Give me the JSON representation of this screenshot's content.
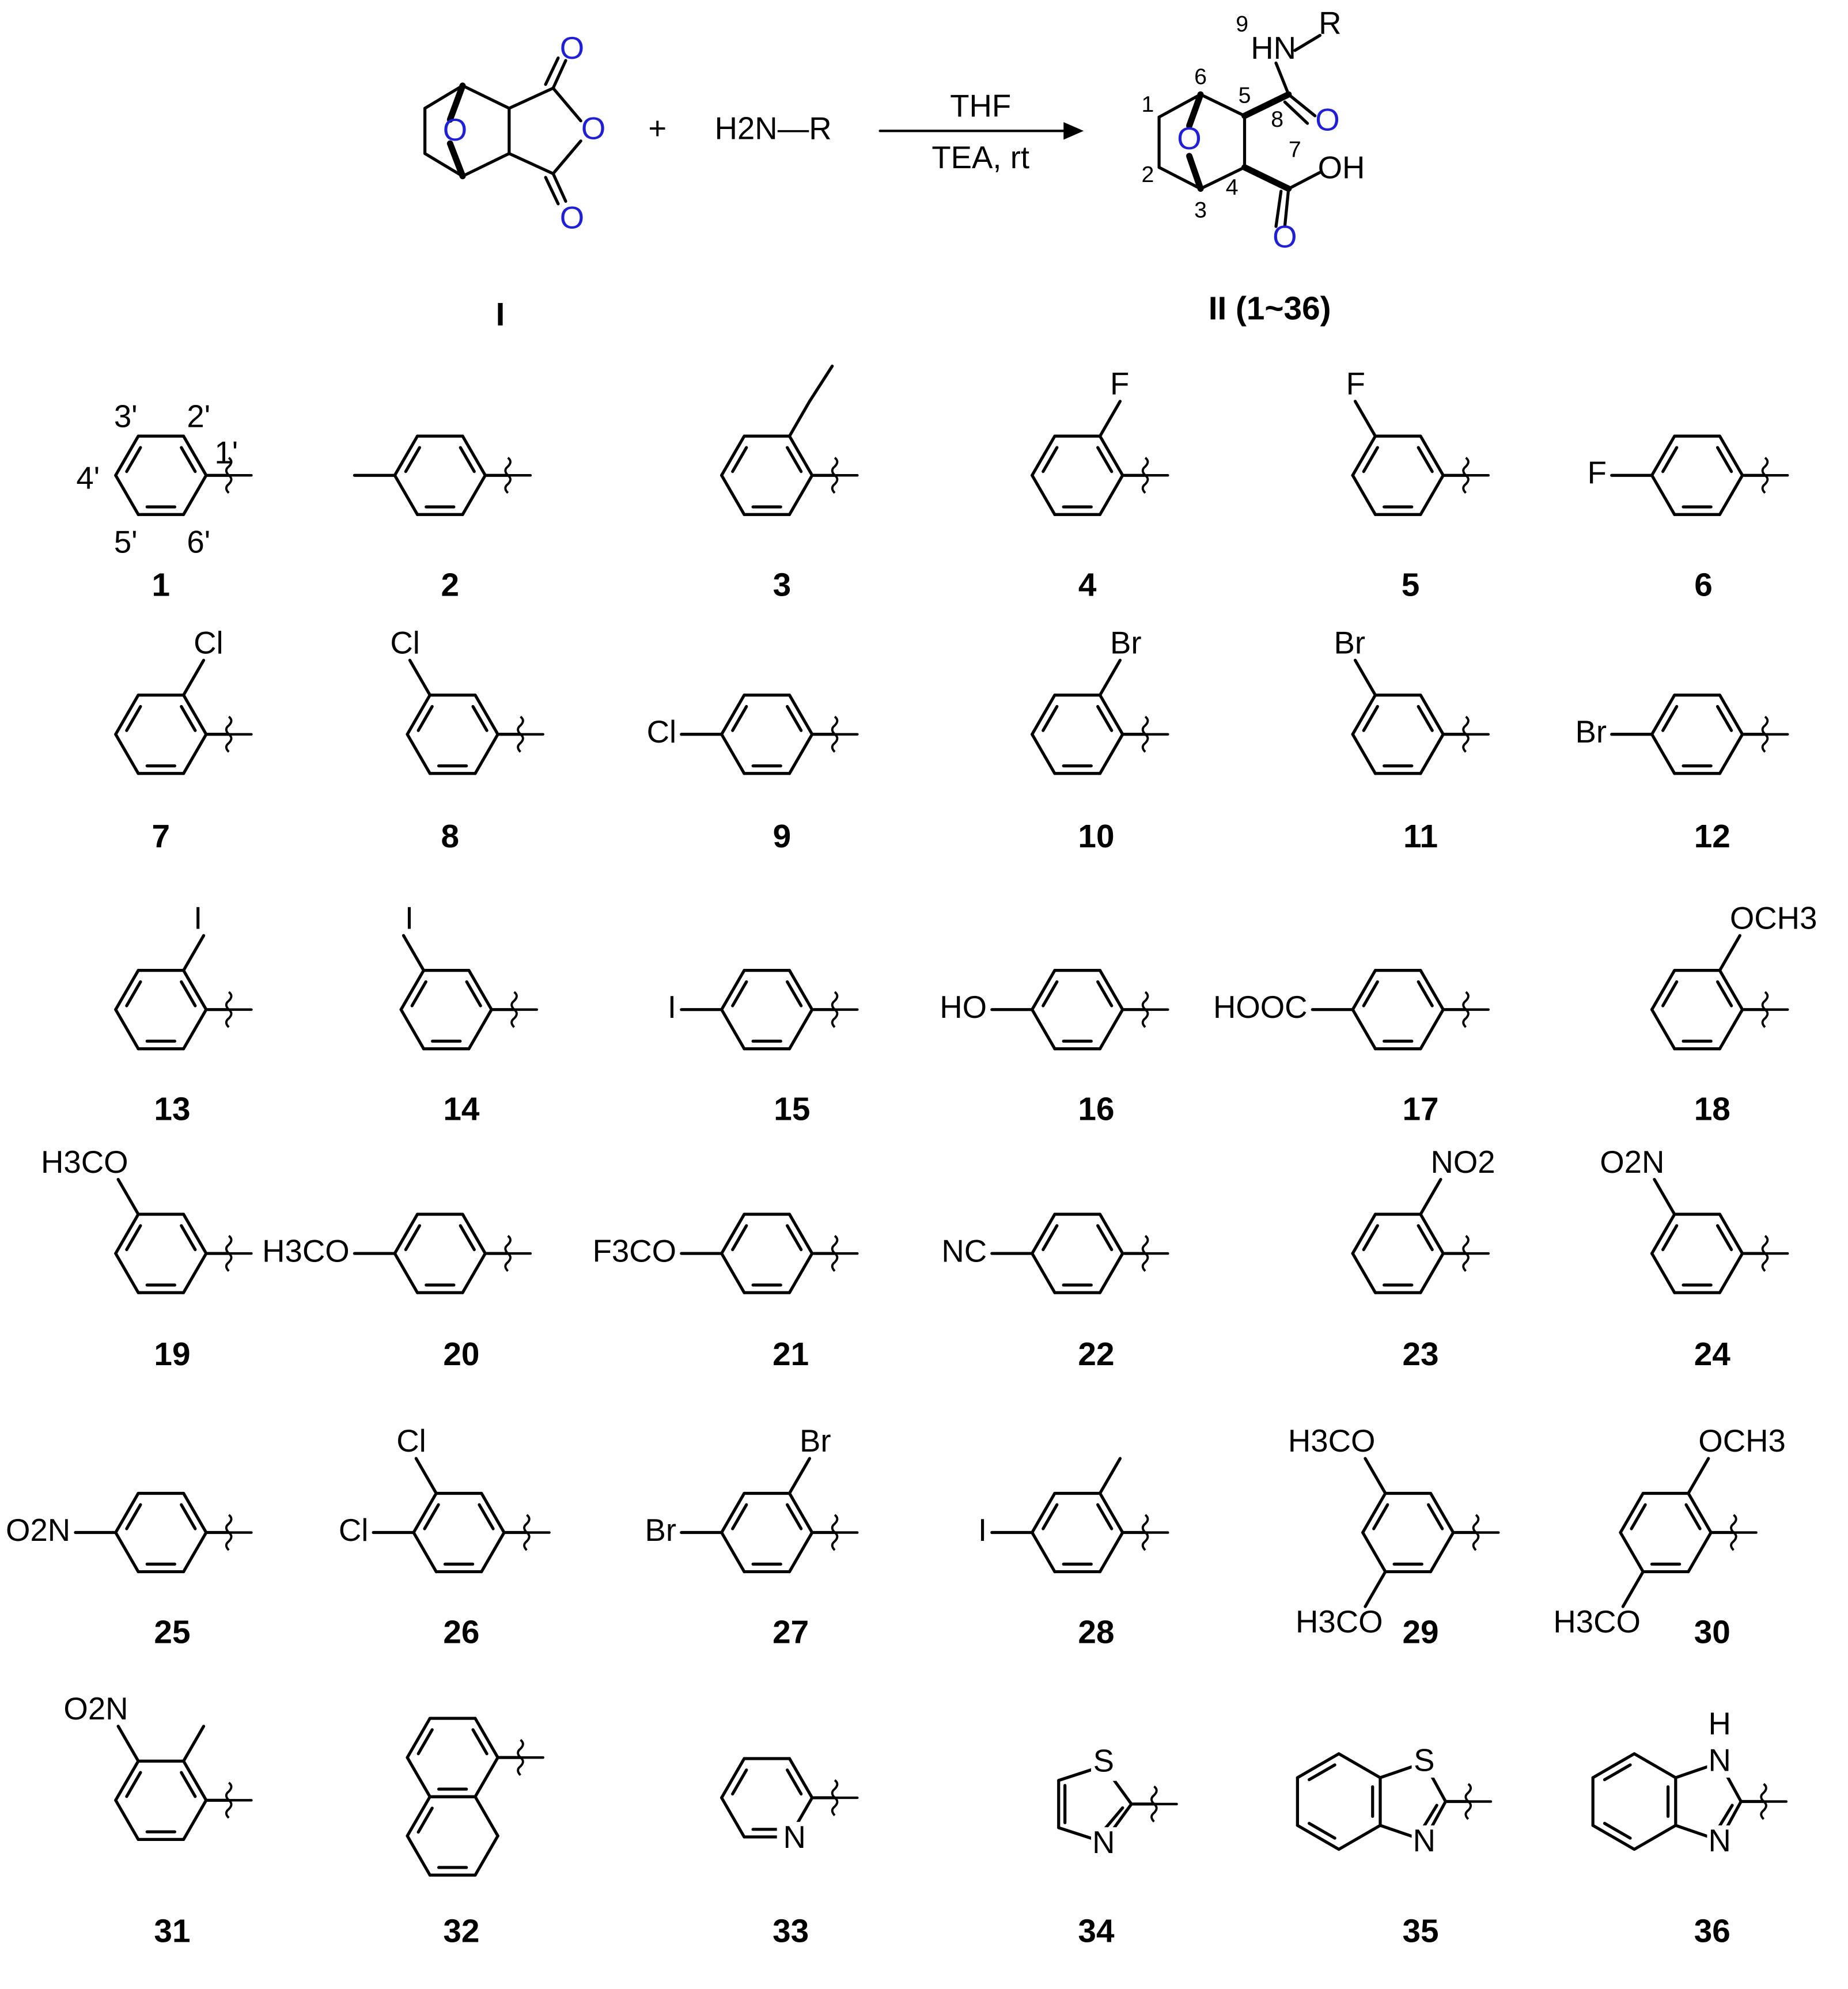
{
  "colors": {
    "bond": "#000000",
    "heteroatom_highlight": "#1f1fd6"
  },
  "scheme": {
    "reactant_label": "I",
    "reactant_atoms": {
      "bridge_O": "O",
      "ring_O": "O",
      "carbonyl_O_top": "O",
      "carbonyl_O_bottom": "O"
    },
    "plus": "+",
    "amine": "H2N—R",
    "conditions_above": "THF",
    "conditions_below": "TEA, rt",
    "product_label": "II (1~36)",
    "product_atoms": {
      "amide_N": "HN",
      "R": "R",
      "amide_O": "O",
      "acid_OH": "OH",
      "acid_O": "O",
      "bridge_O": "O"
    },
    "product_numbering": [
      "1",
      "2",
      "3",
      "4",
      "5",
      "6",
      "7",
      "8",
      "9"
    ]
  },
  "ring_numbering": [
    "1'",
    "2'",
    "3'",
    "4'",
    "5'",
    "6'"
  ],
  "compounds": [
    {
      "id": "1",
      "subs": []
    },
    {
      "id": "2",
      "subs": [
        {
          "pos": "p",
          "text": ""
        }
      ]
    },
    {
      "id": "3",
      "subs": [
        {
          "pos": "o",
          "text": "",
          "chain": 2
        }
      ]
    },
    {
      "id": "4",
      "subs": [
        {
          "pos": "o",
          "text": "F"
        }
      ]
    },
    {
      "id": "5",
      "subs": [
        {
          "pos": "m",
          "text": "F"
        }
      ]
    },
    {
      "id": "6",
      "subs": [
        {
          "pos": "p",
          "text": "F"
        }
      ]
    },
    {
      "id": "7",
      "subs": [
        {
          "pos": "o",
          "text": "Cl"
        }
      ]
    },
    {
      "id": "8",
      "subs": [
        {
          "pos": "m",
          "text": "Cl"
        }
      ]
    },
    {
      "id": "9",
      "subs": [
        {
          "pos": "p",
          "text": "Cl"
        }
      ]
    },
    {
      "id": "10",
      "subs": [
        {
          "pos": "o",
          "text": "Br"
        }
      ]
    },
    {
      "id": "11",
      "subs": [
        {
          "pos": "m",
          "text": "Br"
        }
      ]
    },
    {
      "id": "12",
      "subs": [
        {
          "pos": "p",
          "text": "Br"
        }
      ]
    },
    {
      "id": "13",
      "subs": [
        {
          "pos": "o",
          "text": "I"
        }
      ]
    },
    {
      "id": "14",
      "subs": [
        {
          "pos": "m",
          "text": "I"
        }
      ]
    },
    {
      "id": "15",
      "subs": [
        {
          "pos": "p",
          "text": "I"
        }
      ]
    },
    {
      "id": "16",
      "subs": [
        {
          "pos": "p",
          "text": "HO"
        }
      ]
    },
    {
      "id": "17",
      "subs": [
        {
          "pos": "p",
          "text": "HOOC"
        }
      ]
    },
    {
      "id": "18",
      "subs": [
        {
          "pos": "o",
          "text": "OCH3"
        }
      ]
    },
    {
      "id": "19",
      "subs": [
        {
          "pos": "m",
          "text": "H3CO"
        }
      ]
    },
    {
      "id": "20",
      "subs": [
        {
          "pos": "p",
          "text": "H3CO"
        }
      ]
    },
    {
      "id": "21",
      "subs": [
        {
          "pos": "p",
          "text": "F3CO"
        }
      ]
    },
    {
      "id": "22",
      "subs": [
        {
          "pos": "p",
          "text": "NC"
        }
      ]
    },
    {
      "id": "23",
      "subs": [
        {
          "pos": "o",
          "text": "NO2"
        }
      ]
    },
    {
      "id": "24",
      "subs": [
        {
          "pos": "m",
          "text": "O2N"
        }
      ]
    },
    {
      "id": "25",
      "subs": [
        {
          "pos": "p",
          "text": "O2N"
        }
      ]
    },
    {
      "id": "26",
      "subs": [
        {
          "pos": "m",
          "text": "Cl"
        },
        {
          "pos": "p",
          "text": "Cl"
        }
      ]
    },
    {
      "id": "27",
      "subs": [
        {
          "pos": "o",
          "text": "Br"
        },
        {
          "pos": "p",
          "text": "Br"
        }
      ]
    },
    {
      "id": "28",
      "subs": [
        {
          "pos": "o",
          "text": ""
        },
        {
          "pos": "p",
          "text": "I"
        }
      ]
    },
    {
      "id": "29",
      "subs": [
        {
          "pos": "m",
          "text": "H3CO"
        },
        {
          "pos": "m2",
          "text": "H3CO"
        }
      ]
    },
    {
      "id": "30",
      "subs": [
        {
          "pos": "o",
          "text": "OCH3"
        },
        {
          "pos": "m2",
          "text": "H3CO"
        }
      ]
    },
    {
      "id": "31",
      "subs": [
        {
          "pos": "o",
          "text": ""
        },
        {
          "pos": "m",
          "text": "O2N"
        }
      ]
    },
    {
      "id": "32",
      "ring": "naphthalene",
      "atoms": []
    },
    {
      "id": "33",
      "ring": "pyridine",
      "atoms": [
        "N"
      ]
    },
    {
      "id": "34",
      "ring": "thiazole",
      "atoms": [
        "S",
        "N"
      ]
    },
    {
      "id": "35",
      "ring": "benzothiazole",
      "atoms": [
        "S",
        "N"
      ]
    },
    {
      "id": "36",
      "ring": "benzimidazole",
      "atoms": [
        "H",
        "N",
        "N"
      ]
    }
  ]
}
